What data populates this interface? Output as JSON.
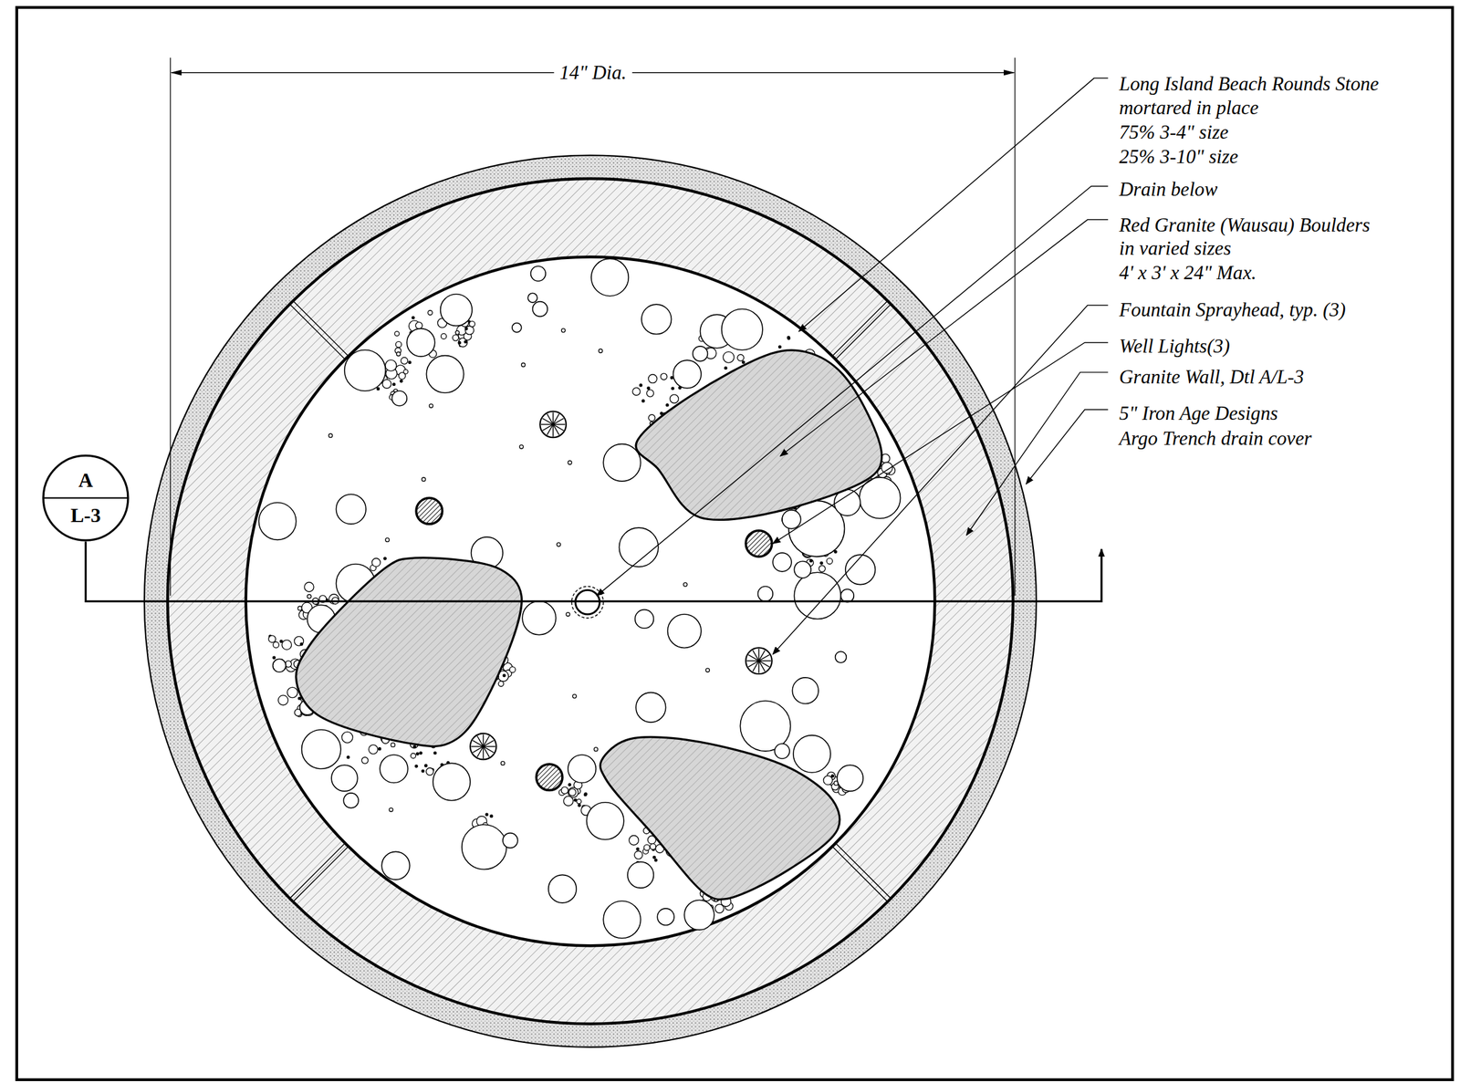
{
  "diagram": {
    "nodes": [
      {
        "text": [
          "A",
          "L-3"
        ]
      }
    ],
    "labels": [
      "14\" Dia.",
      "Long Island Beach Rounds Stone",
      "mortared in place",
      "75% 3-4\" size",
      "25% 3-10\" size",
      "Drain below",
      "Red Granite (Wausau) Boulders",
      "in varied sizes",
      "4' x 3' x 24\" Max.",
      "Fountain Sprayhead, typ. (3)",
      "Well Lights(3)",
      "Granite Wall, Dtl A/L-3",
      "5\" Iron Age Designs",
      "Argo Trench drain cover"
    ]
  }
}
